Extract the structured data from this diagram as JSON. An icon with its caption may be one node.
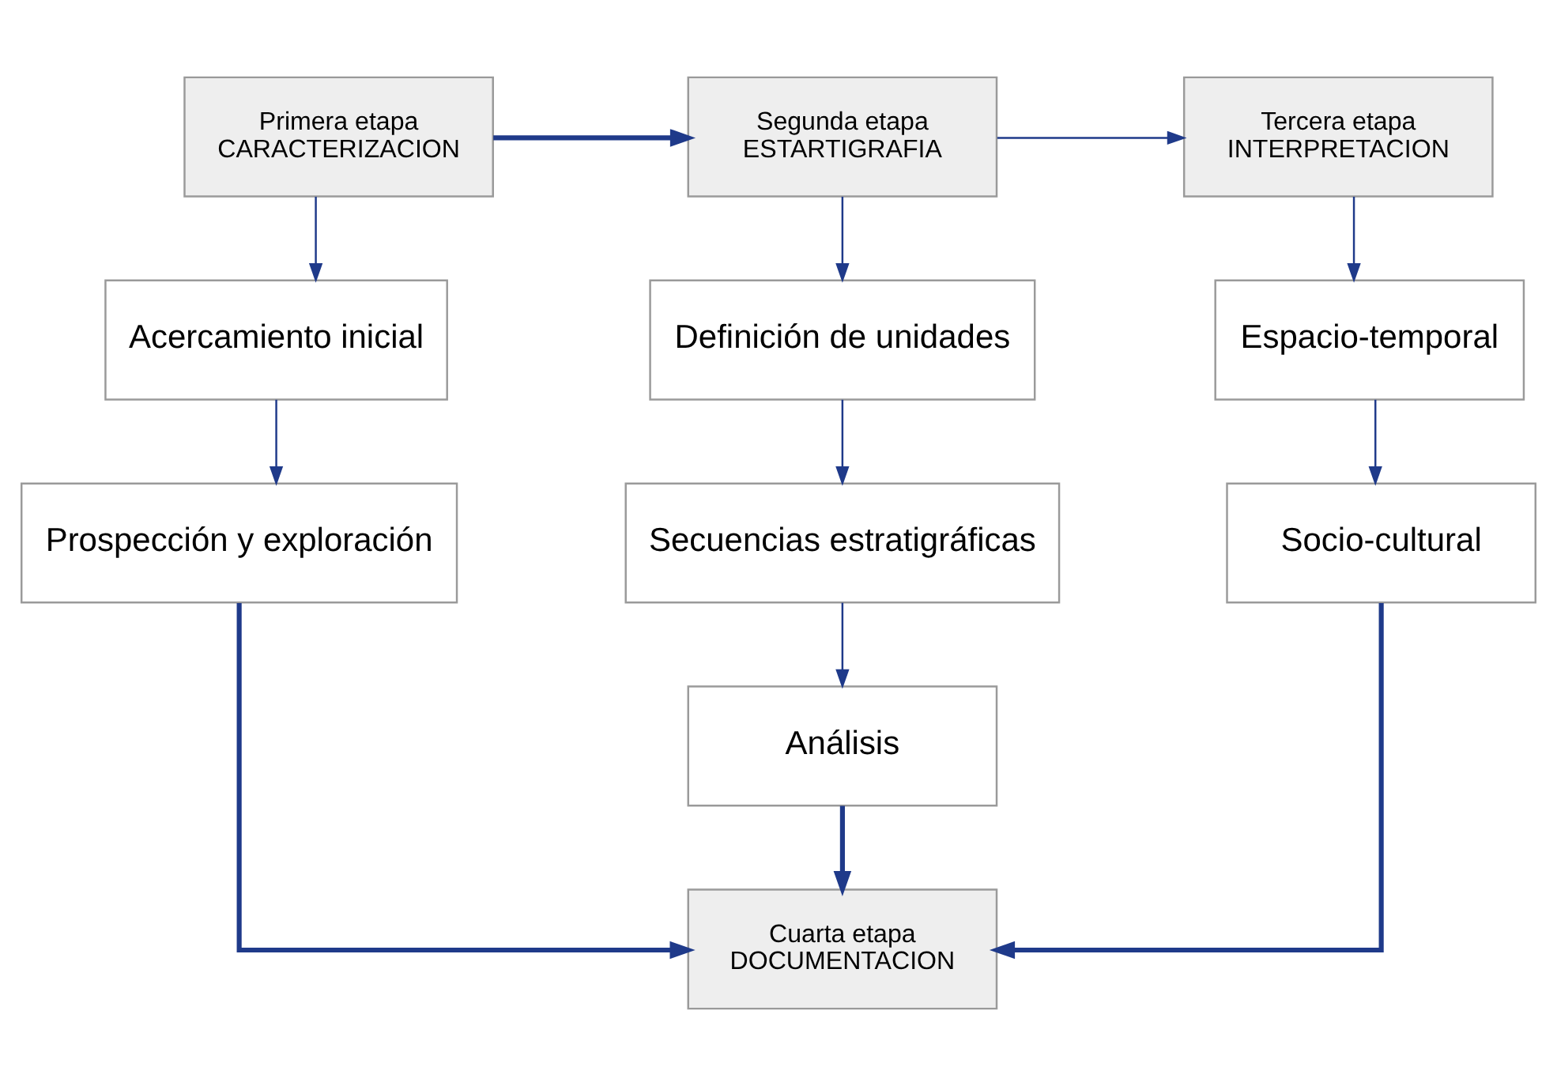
{
  "diagram": {
    "nodes": [
      {
        "text": [
          "Primera etapa",
          "CARACTERIZACION"
        ]
      },
      {
        "text": [
          "Segunda etapa",
          "ESTARTIGRAFIA"
        ]
      },
      {
        "text": [
          "Tercera etapa",
          "INTERPRETACION"
        ]
      },
      {
        "text": [
          "Acercamiento inicial"
        ]
      },
      {
        "text": [
          "Definición de unidades"
        ]
      },
      {
        "text": [
          "Espacio-temporal"
        ]
      },
      {
        "text": [
          "Prospección y exploración"
        ]
      },
      {
        "text": [
          "Secuencias estratigráficas"
        ]
      },
      {
        "text": [
          "Socio-cultural"
        ]
      },
      {
        "text": [
          "Análisis"
        ]
      },
      {
        "text": [
          "Cuarta etapa",
          "DOCUMENTACION"
        ]
      }
    ],
    "edges": [
      {
        "from": 0,
        "to": 1,
        "arrow": "to",
        "style": "thick"
      },
      {
        "from": 1,
        "to": 2,
        "arrow": "to"
      },
      {
        "from": 0,
        "to": 3,
        "arrow": "to"
      },
      {
        "from": 3,
        "to": 6,
        "arrow": "to"
      },
      {
        "from": 1,
        "to": 4,
        "arrow": "to"
      },
      {
        "from": 4,
        "to": 7,
        "arrow": "to"
      },
      {
        "from": 7,
        "to": 9,
        "arrow": "to"
      },
      {
        "from": 2,
        "to": 5,
        "arrow": "to"
      },
      {
        "from": 5,
        "to": 8,
        "arrow": "to"
      },
      {
        "from": 8,
        "to": 10,
        "arrow": "to",
        "style": "thick"
      },
      {
        "from": 6,
        "to": 10,
        "arrow": "to",
        "style": "thick"
      },
      {
        "from": 9,
        "to": 10,
        "arrow": "to",
        "style": "thick"
      }
    ]
  }
}
